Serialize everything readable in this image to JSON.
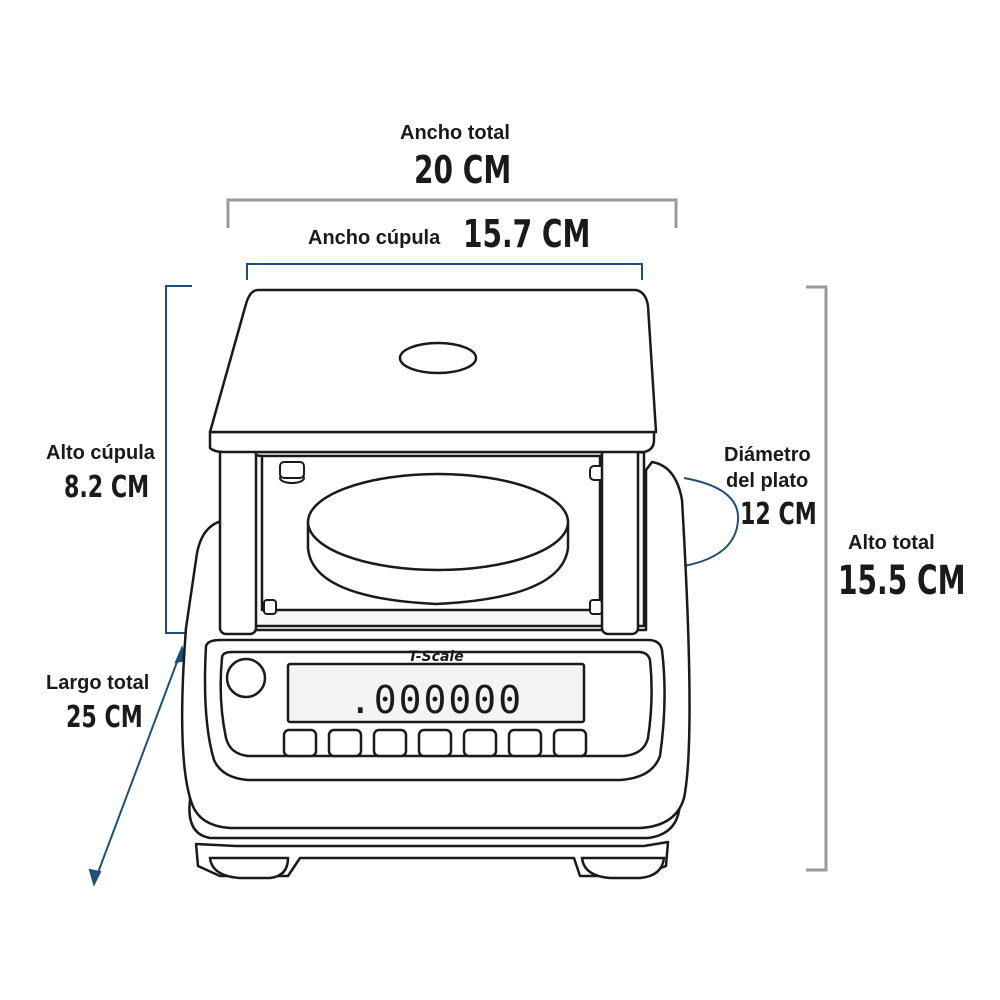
{
  "dimensions": {
    "total_width": {
      "label": "Ancho total",
      "value": "20 CM"
    },
    "dome_width": {
      "label": "Ancho cúpula",
      "value": "15.7 CM"
    },
    "dome_height": {
      "label": "Alto cúpula",
      "value": "8.2 CM"
    },
    "plate_diameter": {
      "label_line1": "Diámetro",
      "label_line2": "del plato",
      "value": "12 CM"
    },
    "total_height": {
      "label": "Alto total",
      "value": "15.5 CM"
    },
    "total_length": {
      "label": "Largo total",
      "value": "25 CM"
    }
  },
  "device": {
    "brand": "T-Scale",
    "display_reading": ".000000",
    "button_count": 7
  },
  "colors": {
    "outline": "#1a1a1a",
    "dimension_blue": "#1f4e79",
    "dimension_gray": "#9a9a9a",
    "display_bg": "#f4f4f4"
  }
}
